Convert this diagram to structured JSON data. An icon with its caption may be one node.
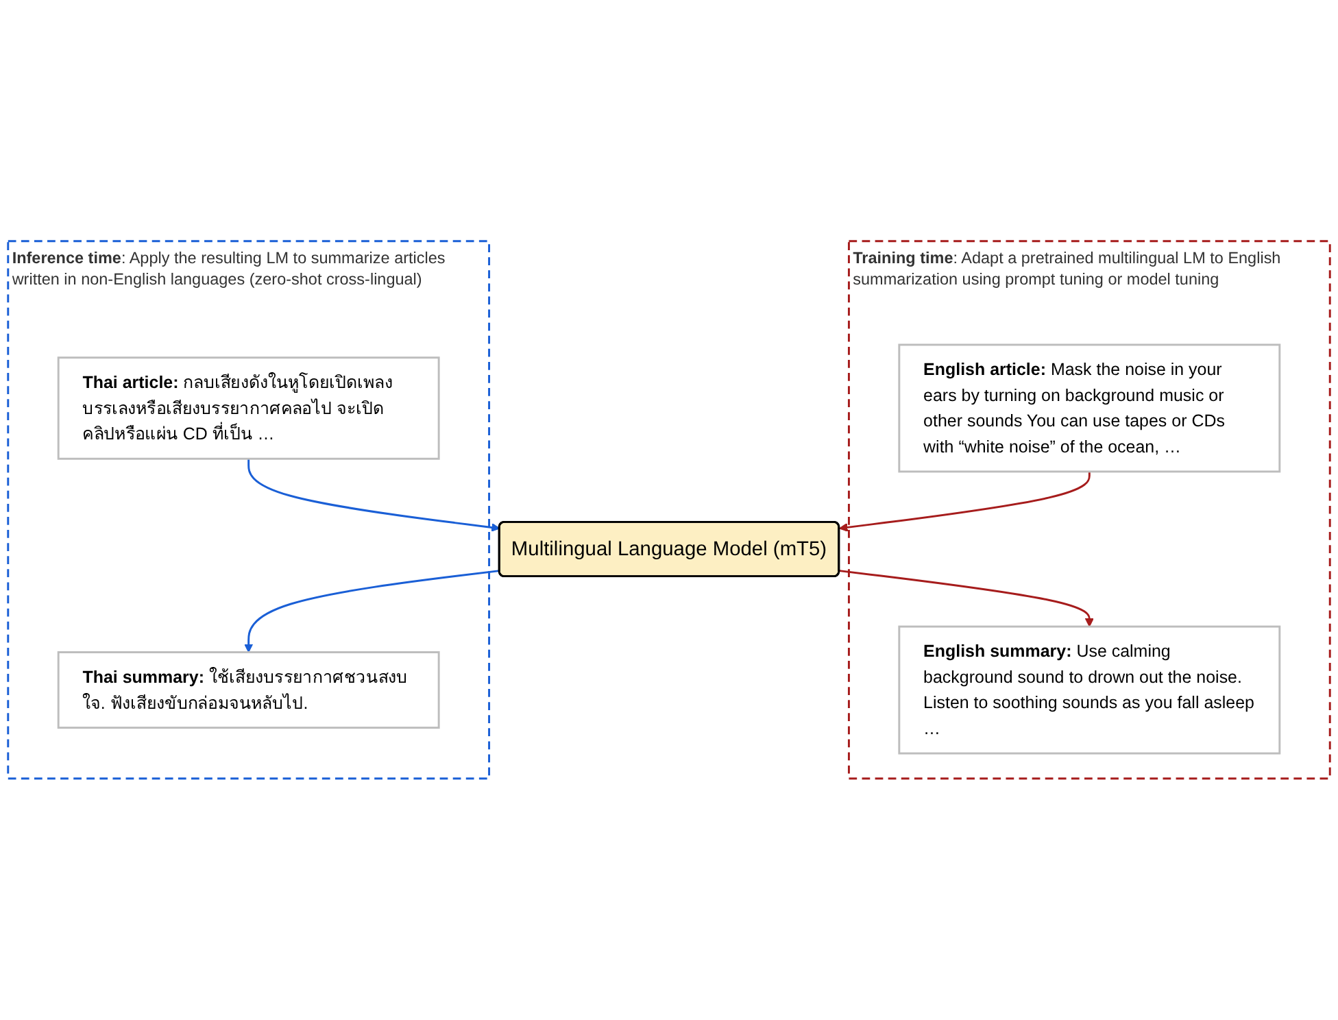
{
  "diagram": {
    "nodes": [
      {
        "text": [
          "Training time",
          ": Adapt a pretrained multilingual LM to English summarization using prompt tuning or model tuning"
        ]
      },
      {
        "text": [
          "English article:",
          "Mask the noise in your ears by turning on background music or other sounds  You can use tapes or CDs with “white noise” of the ocean, …"
        ],
        "in": 0
      },
      {
        "text": [
          "English summary:",
          "Use calming background sound to drown out the noise. Listen to soothing sounds as you fall asleep …"
        ],
        "in": 0
      },
      {
        "text": [
          "Multilingual Language Model (mT5)"
        ]
      },
      {
        "text": [
          "Inference time",
          ": Apply the resulting LM to summarize articles written in non-English languages (zero-shot cross-lingual)"
        ]
      },
      {
        "text": [
          "Thai article:",
          "กลบเสียงดังในหูโดยเปิดเพลงบรรเลงหรือเสียงบรรยากาศคลอไป จะเปิดคลิปหรือแผ่น CD ที่เป็น …"
        ],
        "in": 4
      },
      {
        "text": [
          "Thai summary:",
          "ใช้เสียงบรรยากาศชวนสงบใจ. ฟังเสียงขับกล่อมจนหลับไป."
        ],
        "in": 4
      }
    ],
    "edges": [
      {
        "from": 1,
        "to": 3,
        "arrow": "to",
        "color": "#a61c1c"
      },
      {
        "from": 3,
        "to": 2,
        "arrow": "to",
        "color": "#a61c1c"
      },
      {
        "from": 5,
        "to": 3,
        "arrow": "to",
        "color": "#1a5fd6"
      },
      {
        "from": 3,
        "to": 6,
        "arrow": "to",
        "color": "#1a5fd6"
      }
    ]
  }
}
